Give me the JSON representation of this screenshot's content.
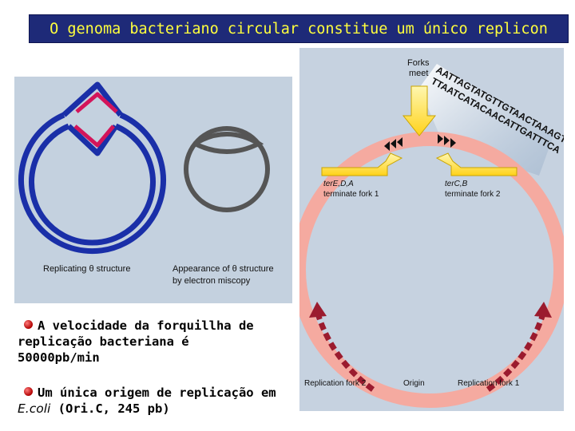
{
  "title": "O genoma bacteriano circular constitue um único replicon",
  "left_panel": {
    "caption_left": "Replicating θ structure",
    "caption_right_line1": "Appearance of θ structure",
    "caption_right_line2": "by electron miscopy"
  },
  "right_panel": {
    "forks_meet_line1": "Forks",
    "forks_meet_line2": "meet",
    "seq_line1": "AATTAGTATGTTGTAACTAAAGT",
    "seq_line2": "TTAATCATACAACATTGATTTCA",
    "ter_left_line1": "terE,D,A",
    "ter_left_line2": "terminate fork 1",
    "ter_right_line1": "terC,B",
    "ter_right_line2": "terminate fork 2",
    "fork2_label": "Replication fork 2",
    "origin_label": "Origin",
    "fork1_label": "Replication fork 1"
  },
  "bullets": {
    "speed_line1": "A velocidade da forquillha de",
    "speed_line2": "replicação bacteriana é",
    "speed_line3": "50000pb/min",
    "origin_line1": "Um única origem de replicação em",
    "origin_species": "E.coli",
    "origin_rest": " (Ori.C, 245 pb)"
  },
  "colors": {
    "title_bg": "#1e2a78",
    "title_text": "#ffff3d",
    "dna_blue": "#1a2fa8",
    "dna_red": "#d4145a",
    "dna_gray": "#555555",
    "chromosome_ring": "#f5aaa0",
    "terminator_arrow": "#ffe23a",
    "fork_arrow": "#9b1b2e"
  }
}
